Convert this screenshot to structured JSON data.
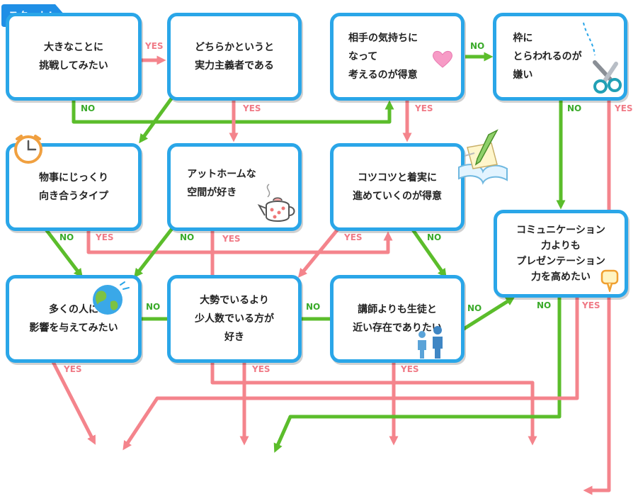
{
  "start_label": "スタート!",
  "boxes": {
    "b1": "大きなことに\n挑戦してみたい",
    "b2": "どちらかというと\n実力主義者である",
    "b3": "相手の気持ちに\nなって\n考えるのが得意",
    "b4": "枠に\nとらわれるのが\n嫌い",
    "b5": "物事にじっくり\n向き合うタイプ",
    "b6": "アットホームな\n空間が好き",
    "b7": "コツコツと着実に\n進めていくのが得意",
    "b8": "コミュニケーション\n力よりも\nプレゼンテーション\n力を高めたい",
    "b9": "多くの人に\n影響を与えてみたい",
    "b10": "大勢でいるより\n少人数でいる方が\n好き",
    "b11": "講師よりも生徒と\n近い存在でありたい"
  },
  "labels": {
    "yes": "YES",
    "no": "NO"
  },
  "colors": {
    "box_border": "#2aa6e8",
    "yes_arrow": "#f4848c",
    "no_arrow": "#5bbd2b",
    "start_badge": "#1f8fe6"
  },
  "icons": [
    "clock-icon",
    "teapot-icon",
    "notebook-pencil-icon",
    "globe-icon",
    "people-icon",
    "scissors-icon",
    "heart-icon",
    "speech-bubble-icon"
  ]
}
